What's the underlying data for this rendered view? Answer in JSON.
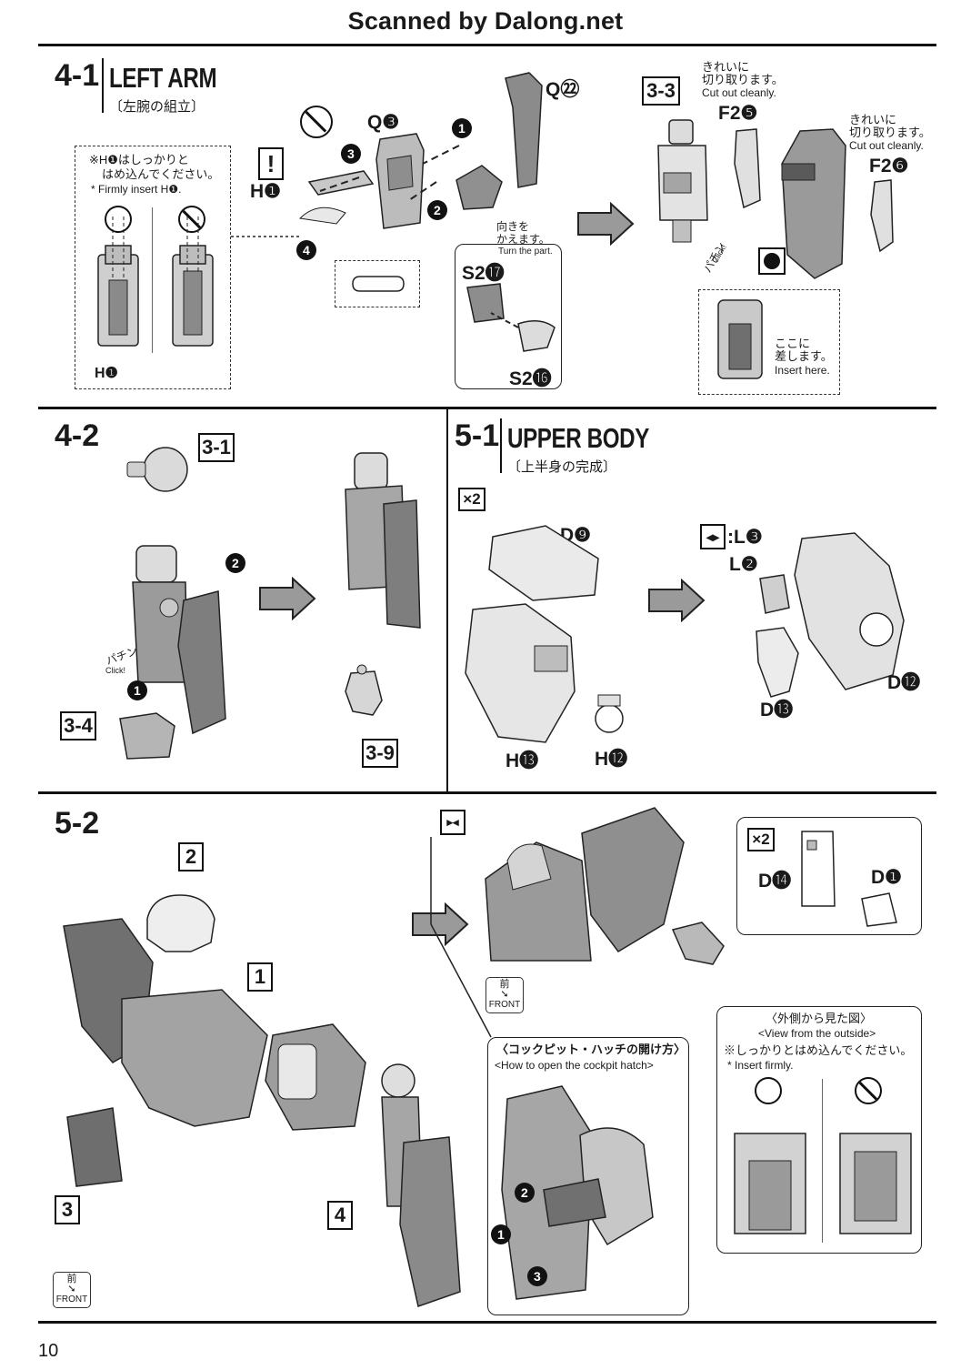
{
  "watermark": "Scanned by Dalong.net",
  "page_number": "10",
  "step_4_1": {
    "num_main": "4",
    "num_sub": "-1",
    "title": "LEFT ARM",
    "title_jp": "〔左腕の組立〕",
    "note_jp_line1": "※H❶はしっかりと",
    "note_jp_line2": "はめ込んでください。",
    "note_en": "* Firmly insert H❶.",
    "part_h1": "H❶",
    "part_h1_bottom": "H❶",
    "part_q3": "Q❸",
    "part_q22": "Q㉒",
    "ref_box": "3-3",
    "turn_jp_line1": "向きを",
    "turn_jp_line2": "かえます。",
    "turn_en": "Turn the part.",
    "part_s2_17": "S2⓱",
    "part_s2_16": "S2⓰",
    "cut_jp_line1": "きれいに",
    "cut_jp_line2": "切り取ります。",
    "cut_en": "Cut out cleanly.",
    "part_f2_5": "F2❺",
    "cut2_jp_line1": "きれいに",
    "cut2_jp_line2": "切り取ります。",
    "cut2_en": "Cut out cleanly.",
    "part_f2_6": "F2❻",
    "click_jp": "パチン",
    "click_en": "Click!",
    "insert_jp_line1": "ここに",
    "insert_jp_line2": "差します。",
    "insert_en": "Insert here.",
    "markers": [
      "1",
      "2",
      "3",
      "4"
    ]
  },
  "step_4_2": {
    "num_main": "4",
    "num_sub": "-2",
    "ref_3_1": "3-1",
    "ref_3_4": "3-4",
    "ref_3_9": "3-9",
    "click_jp": "パチン",
    "click_en": "Click!",
    "markers": [
      "1",
      "2"
    ]
  },
  "step_5_1": {
    "num_main": "5",
    "num_sub": "-1",
    "title": "UPPER BODY",
    "title_jp": "〔上半身の完成〕",
    "times": "×2",
    "part_d9": "D❾",
    "part_h13": "H⓭",
    "part_h12": "H⓬",
    "part_l3": "L❸",
    "part_l2": "L❷",
    "part_d12": "D⓬",
    "part_d13": "D⓭"
  },
  "step_5_2": {
    "num_main": "5",
    "num_sub": "-2",
    "box_1": "1",
    "box_2": "2",
    "box_3": "3",
    "box_4": "4",
    "front_jp": "前",
    "front_en": "FRONT",
    "front2_jp": "前",
    "front2_en": "FRONT",
    "times": "×2",
    "part_d14": "D⓮",
    "part_d1": "D❶",
    "outside_jp": "〈外側から見た図〉",
    "outside_en": "<View from the outside>",
    "insert_jp": "※しっかりとはめ込んでください。",
    "insert_en": "* Insert firmly.",
    "cockpit_jp": "〈コックピット・ハッチの開け方〉",
    "cockpit_en": "<How to open the cockpit hatch>",
    "markers": [
      "1",
      "2",
      "3"
    ]
  },
  "colors": {
    "ink": "#1a1a1a",
    "part_gray": "#7d7d7d",
    "part_light": "#d8d8d8",
    "arrow_fill": "#9a9a9a"
  }
}
